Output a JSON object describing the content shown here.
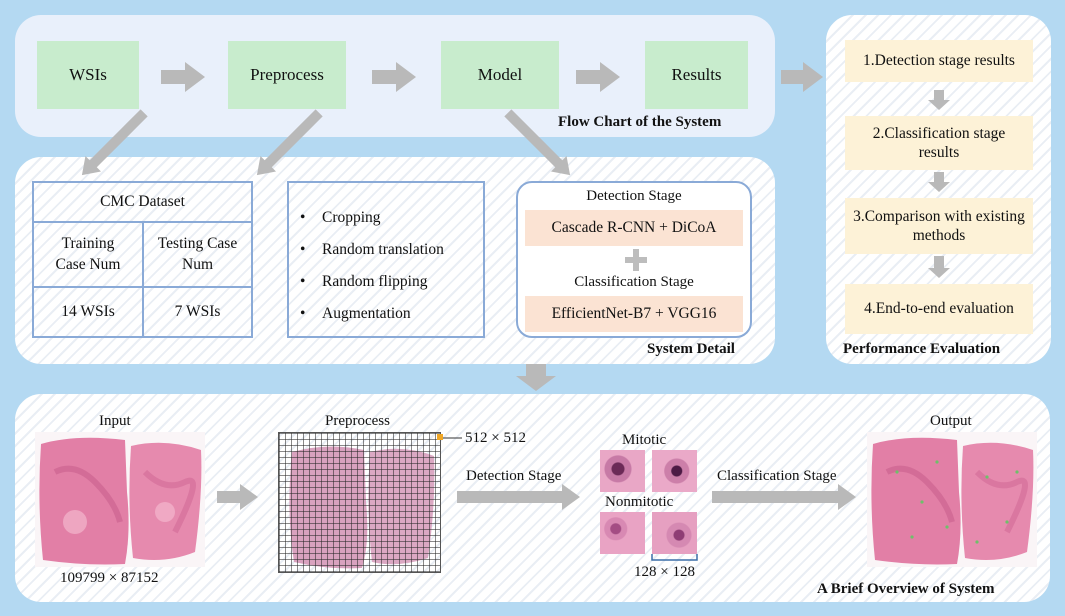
{
  "flow": {
    "title": "Flow Chart of the System",
    "steps": [
      "WSIs",
      "Preprocess",
      "Model",
      "Results"
    ]
  },
  "evaluation": {
    "title": "Performance Evaluation",
    "items": [
      "1.Detection stage results",
      "2.Classification stage results",
      "3.Comparison with existing methods",
      "4.End-to-end evaluation"
    ]
  },
  "detail": {
    "title": "System Detail",
    "dataset": {
      "header": "CMC Dataset",
      "train_label": "Training Case Num",
      "test_label": "Testing Case Num",
      "train_value": "14 WSIs",
      "test_value": "7 WSIs"
    },
    "preprocess_items": [
      "Cropping",
      "Random translation",
      "Random flipping",
      "Augmentation"
    ],
    "model": {
      "detection_label": "Detection Stage",
      "detection_model": "Cascade R-CNN + DiCoA",
      "classification_label": "Classification Stage",
      "classification_model": "EfficientNet-B7 + VGG16"
    }
  },
  "overview": {
    "title": "A Brief Overview of System",
    "input_label": "Input",
    "input_size": "109799 × 87152",
    "preprocess_label": "Preprocess",
    "patch_size": "512 × 512",
    "detection_label": "Detection Stage",
    "mitotic_label": "Mitotic",
    "nonmitotic_label": "Nonmitotic",
    "crop_size": "128 × 128",
    "classification_label": "Classification Stage",
    "output_label": "Output"
  },
  "colors": {
    "background": "#b4d9f2",
    "step_fill": "#c8eccd",
    "eval_fill": "#fdf2d7",
    "model_fill": "#fbe3d3",
    "box_border": "#8aaad7",
    "arrow": "#b9b9b9"
  }
}
